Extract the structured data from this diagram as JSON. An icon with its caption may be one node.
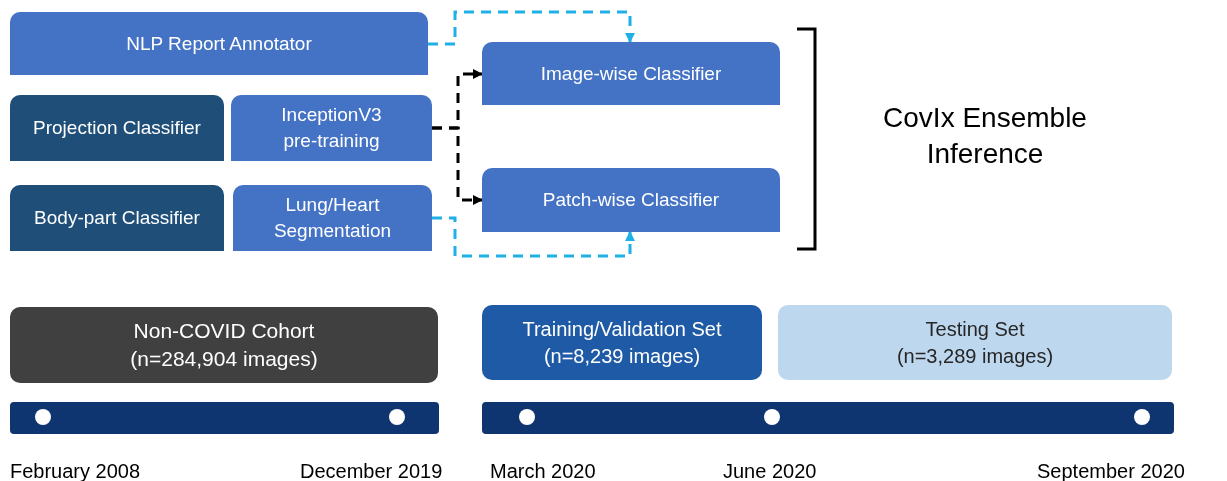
{
  "diagram": {
    "nodes": [
      {
        "text": [
          "NLP Report Annotator"
        ]
      },
      {
        "text": [
          "Projection Classifier"
        ]
      },
      {
        "text": [
          "InceptionV3 pre-training"
        ]
      },
      {
        "text": [
          "Body-part Classifier"
        ]
      },
      {
        "text": [
          "Lung/Heart Segmentation"
        ]
      },
      {
        "text": [
          "Image-wise Classifier"
        ]
      },
      {
        "text": [
          "Patch-wise Classifier"
        ]
      },
      {
        "text": [
          "Non-COVID Cohort",
          "(n=284,904 images)"
        ]
      },
      {
        "text": [
          "Training/Validation Set",
          "(n=8,239 images)"
        ]
      },
      {
        "text": [
          "Testing Set",
          "(n=3,289 images)"
        ]
      }
    ],
    "edges": [
      {
        "from": 0,
        "to": 5,
        "arrow": "to",
        "style": "dashed",
        "color": "#1fb0e8"
      },
      {
        "from": 2,
        "to": 5,
        "arrow": "to",
        "style": "dashed",
        "color": "#000000"
      },
      {
        "from": 2,
        "to": 6,
        "arrow": "to",
        "style": "dashed",
        "color": "#000000"
      },
      {
        "from": 4,
        "to": 6,
        "arrow": "to",
        "style": "dashed",
        "color": "#1fb0e8"
      }
    ],
    "labels": [
      "CovIx Ensemble Inference",
      "February 2008",
      "December 2019",
      "March 2020",
      "June 2020",
      "September 2020"
    ]
  }
}
